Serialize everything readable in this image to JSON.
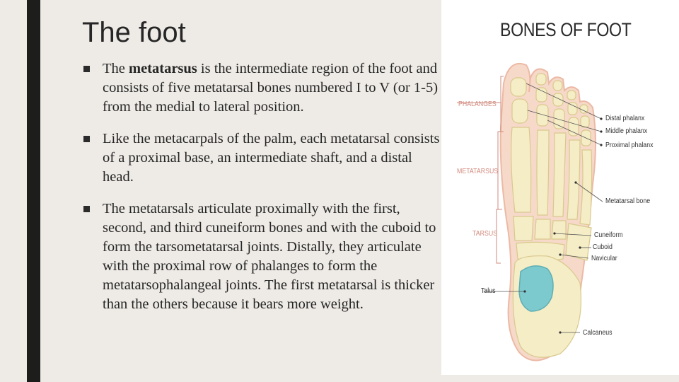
{
  "slide": {
    "title": "The foot",
    "bullets": [
      {
        "before": "The ",
        "bold": "metatarsus",
        "after": " is the intermediate region of the foot and consists of five metatarsal bones numbered I to V (or 1-5) from the medial to lateral position."
      },
      {
        "before": "Like the metacarpals of the palm, each metatarsal consists of a proximal base, an intermediate shaft, and a distal head.",
        "bold": "",
        "after": ""
      },
      {
        "before": "The metatarsals articulate proximally with the first, second, and third cuneiform bones and with the cuboid to form the tarsometatarsal joints. Distally, they articulate with the proximal row of phalanges to form the metatarsophalangeal joints. The first metatarsal is thicker than the others because it bears more weight.",
        "bold": "",
        "after": ""
      }
    ]
  },
  "figure": {
    "title": "BONES OF FOOT",
    "regions": {
      "phalanges": "PHALANGES",
      "metatarsus": "METATARSUS",
      "tarsus": "TARSUS"
    },
    "labels": {
      "distal_phalanx": "Distal phalanx",
      "middle_phalanx": "Middle phalanx",
      "proximal_phalanx": "Proximal phalanx",
      "metatarsal_bone": "Metatarsal bone",
      "cuneiform": "Cuneiform",
      "cuboid": "Cuboid",
      "navicular": "Navicular",
      "talus": "Talus",
      "calcaneus": "Calcaneus"
    },
    "colors": {
      "skin": "#f6d9c8",
      "skin_edge": "#ecb9a5",
      "bone": "#f5edc6",
      "bone_edge": "#d9c98e",
      "talus": "#6fc6cf",
      "region_text": "#d28a7e"
    }
  }
}
